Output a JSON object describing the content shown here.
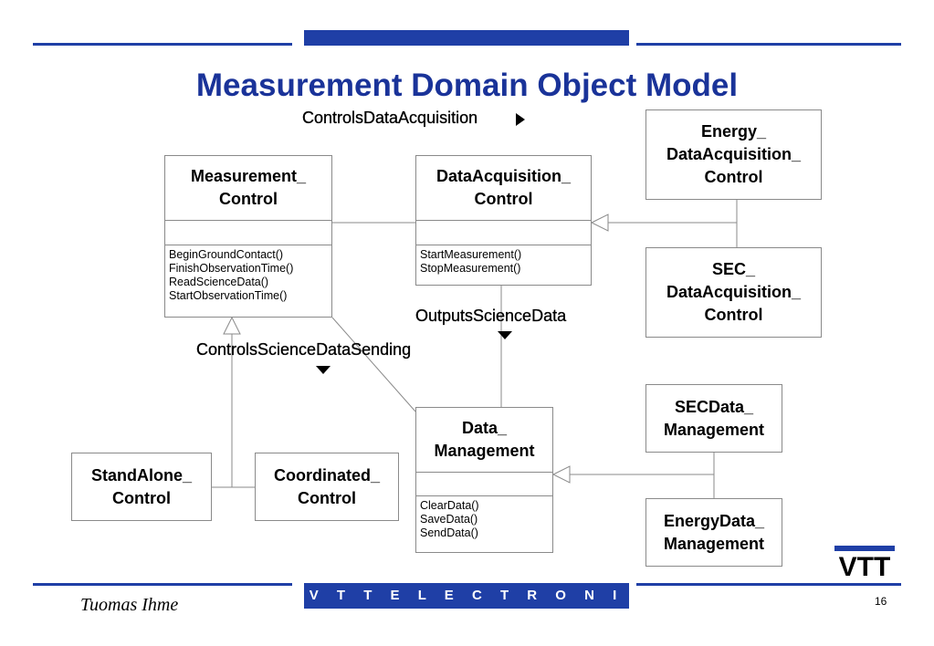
{
  "title": "Measurement Domain Object Model",
  "colors": {
    "accent": "#1f3fa6",
    "title": "#1a3399"
  },
  "classes": {
    "measurement_control": {
      "name": "Measurement_\nControl",
      "operations": [
        "BeginGroundContact()",
        "FinishObservationTime()",
        "ReadScienceData()",
        "StartObservationTime()"
      ]
    },
    "data_acquisition_control": {
      "name": "DataAcquisition_\nControl",
      "operations": [
        "StartMeasurement()",
        "StopMeasurement()"
      ]
    },
    "data_management": {
      "name": "Data_\nManagement",
      "operations": [
        "ClearData()",
        "SaveData()",
        "SendData()"
      ]
    },
    "energy_data_acquisition_control": {
      "name": "Energy_\nDataAcquisition_\nControl"
    },
    "sec_data_acquisition_control": {
      "name": "SEC_\nDataAcquisition_\nControl"
    },
    "sec_data_management": {
      "name": "SECData_\nManagement"
    },
    "energy_data_management": {
      "name": "EnergyData_\nManagement"
    },
    "standalone_control": {
      "name": "StandAlone_\nControl"
    },
    "coordinated_control": {
      "name": "Coordinated_\nControl"
    }
  },
  "associations": {
    "controls_data_acquisition": "ControlsDataAcquisition",
    "outputs_science_data": "OutputsScienceData",
    "controls_science_data_sending": "ControlsScienceDataSending"
  },
  "footer": {
    "company": "V T T   E L E C T R O N I C S",
    "author": "Tuomas Ihme",
    "page_number": "16",
    "logo": "VTT",
    "logo_icon": "vtt-logo-icon"
  }
}
